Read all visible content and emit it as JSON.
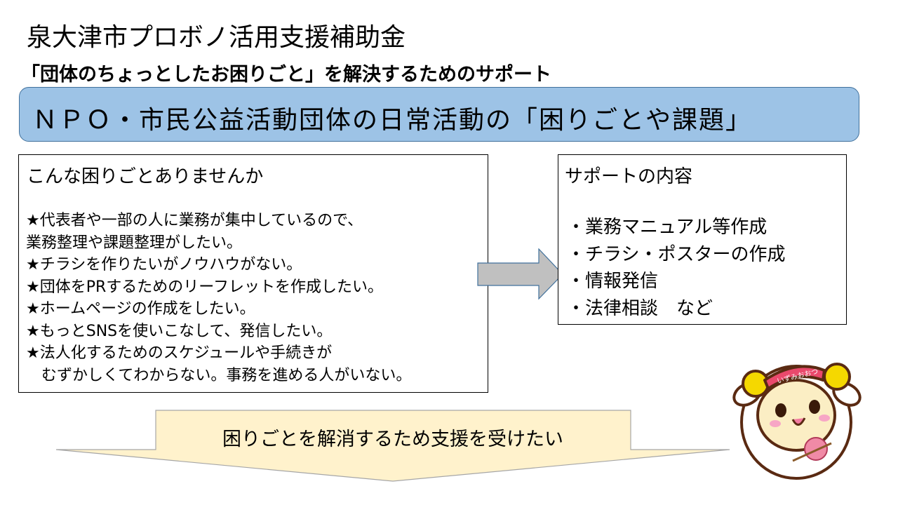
{
  "title": "泉大津市プロボノ活用支援補助金",
  "subtitle": "「団体のちょっとしたお困りごと」を解決するためのサポート",
  "banner": "ＮＰＯ・市民公益活動団体の日常活動の「困りごとや課題」",
  "problems": {
    "heading": "こんな困りごとありませんか",
    "items": [
      "★代表者や一部の人に業務が集中しているので、",
      "業務整理や課題整理がしたい。",
      "★チラシを作りたいがノウハウがない。",
      "★団体をPRするためのリーフレットを作成したい。",
      "★ホームページの作成をしたい。",
      "★もっとSNSを使いこなして、発信したい。",
      "★法人化するためのスケジュールや手続きが",
      "　むずかしくてわからない。事務を進める人がいない。"
    ]
  },
  "support": {
    "heading": "サポートの内容",
    "items": [
      "・業務マニュアル等作成",
      "・チラシ・ポスターの作成",
      "・情報発信",
      "・法律相談　など"
    ]
  },
  "bottom": "困りごとを解消するため支援を受けたい",
  "mascot": {
    "headband": "いずみおおつ"
  },
  "colors": {
    "banner": "#9dc3e6",
    "banner_border": "#41719c",
    "chevron": "#fff2cc",
    "arrow": "#c0c0c0"
  }
}
